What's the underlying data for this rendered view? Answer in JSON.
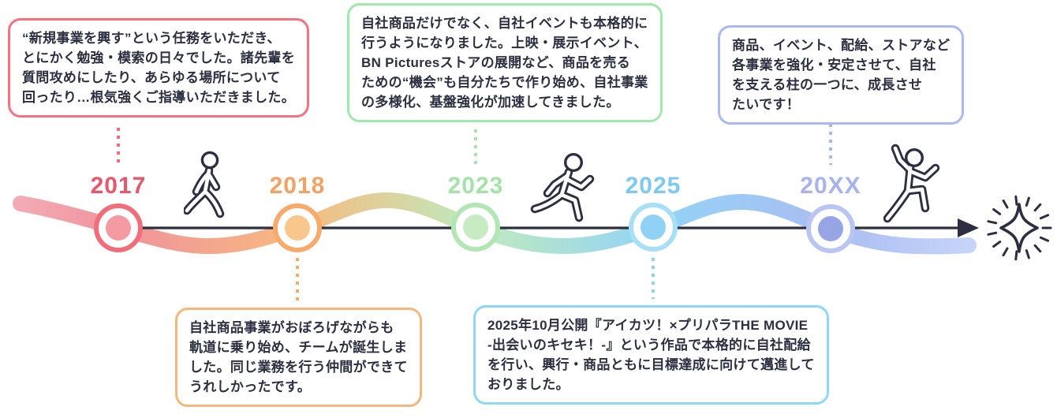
{
  "palette": {
    "dark_ink": "#2b2f40",
    "background": "#ffffff",
    "wave_gradient": [
      "#f3abb3",
      "#f0929d",
      "#f7ba7e",
      "#c0eabd",
      "#93d4f6",
      "#a9bdf2",
      "#c6d4f9"
    ]
  },
  "milestones": [
    {
      "year": "2017",
      "year_color": "#e4596b",
      "node_ring_color": "#ef6e7a",
      "node_inner_color": "#f49aa2",
      "dots_color": "#ef6e7a",
      "bubble_border_color": "#f4737f",
      "bubble_position": "top",
      "bubble_text": "“新規事業を興す”という任務をいただき、\nとにかく勉強・模索の日々でした。諸先輩を\n質問攻めにしたり、あらゆる場所について\n回ったり…根気強くご指導いただきました。"
    },
    {
      "year": "2018",
      "year_color": "#f3a263",
      "node_ring_color": "#f6aa6c",
      "node_inner_color": "#f9c68d",
      "dots_color": "#f6aa6c",
      "bubble_border_color": "#f6b77c",
      "bubble_position": "bottom",
      "bubble_text": "自社商品事業がおぼろげながらも\n軌道に乗り始め、チームが誕生しま\nした。同じ業務を行う仲間ができて\nうれしかったです。"
    },
    {
      "year": "2023",
      "year_color": "#a4e2a7",
      "node_ring_color": "#b2e6b5",
      "node_inner_color": "#c7ebc3",
      "dots_color": "#a9e3ac",
      "bubble_border_color": "#a0e8ab",
      "bubble_position": "top",
      "bubble_text": "自社商品だけでなく、自社イベントも本格的に\n行うようになりました。上映・展示イベント、\nBN Picturesストアの展開など、商品を売る\nための“機会”も自分たちで作り始め、自社事業\nの多様化、基盤強化が加速してきました。"
    },
    {
      "year": "2025",
      "year_color": "#7dc9f1",
      "node_ring_color": "#a9def7",
      "node_inner_color": "#90d2f5",
      "dots_color": "#90d2f5",
      "bubble_border_color": "#8ed7f6",
      "bubble_position": "bottom",
      "bubble_text": "2025年10月公開『アイカツ！×プリパラTHE MOVIE\n-出会いのキセキ！-』という作品で本格的に自社配給\nを行い、興行・商品ともに目標達成に向けて邁進して\nおりました。"
    },
    {
      "year": "20XX",
      "year_color": "#a7b3ea",
      "node_ring_color": "#bac5f1",
      "node_inner_color": "#97a5e7",
      "dots_color": "#aab7ee",
      "bubble_border_color": "#abb8f2",
      "bubble_position": "top",
      "bubble_text": "商品、イベント、配給、ストアなど\n各事業を強化・安定させて、自社\nを支える柱の一つに、成長させ\nたいです！"
    }
  ],
  "icons": {
    "between_2017_2018": "walking-person-icon",
    "between_2023_2025": "running-person-icon",
    "after_20xx": "jumping-person-icon",
    "axis_end": "arrow-right-icon",
    "goal": "sparkle-icon"
  }
}
